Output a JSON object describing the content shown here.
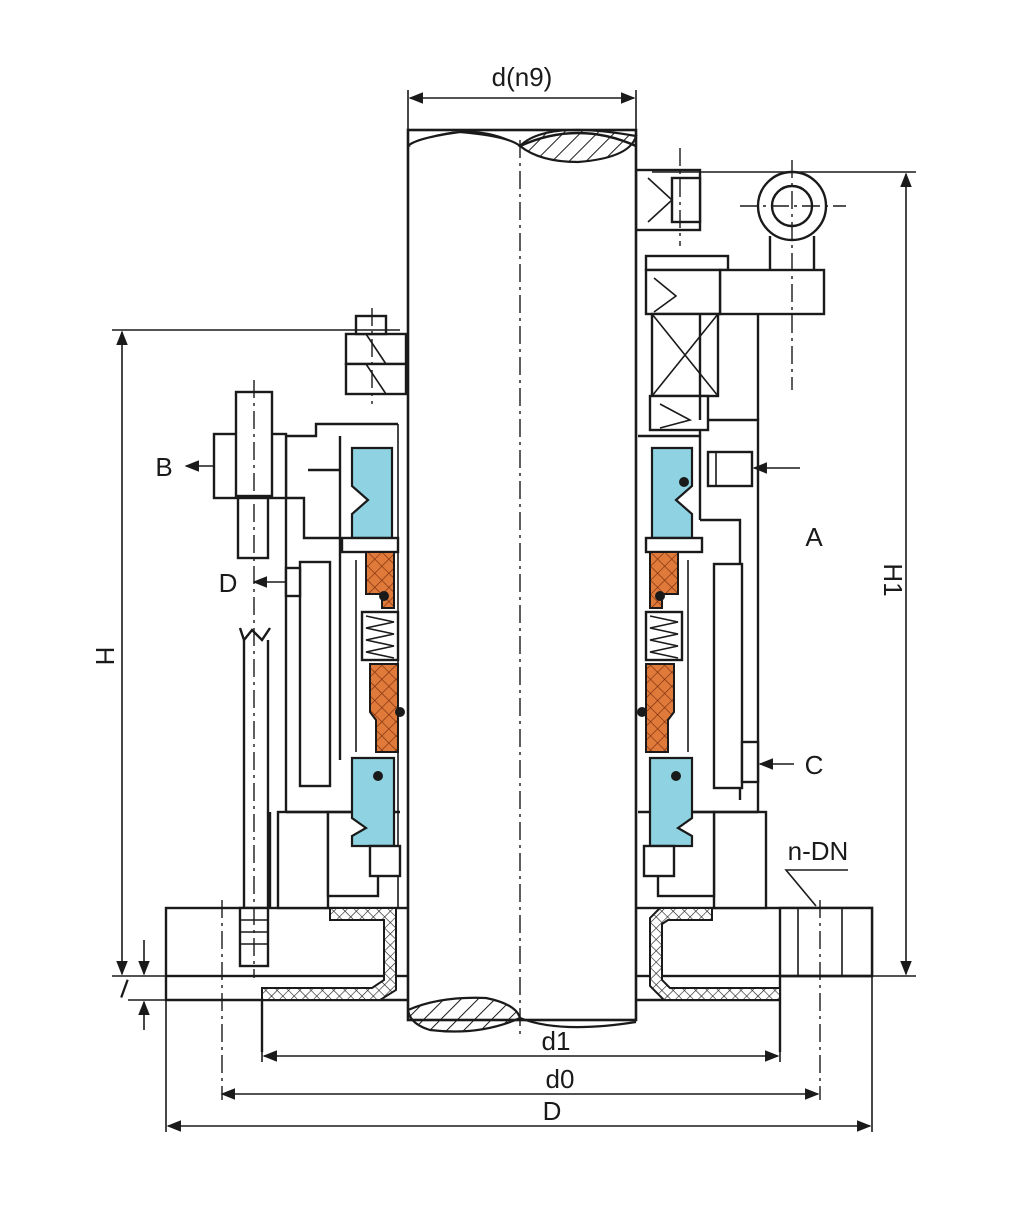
{
  "labels": {
    "d_n9": "d(n9)",
    "H1": "H1",
    "H": "H",
    "A": "A",
    "B": "B",
    "D_port": "D",
    "C": "C",
    "n_DN": "n-DN",
    "l": "l",
    "d1": "d1",
    "d0": "d0",
    "D": "D"
  },
  "colors": {
    "face_ring": "#8fd3e3",
    "gland": "#e07a3a",
    "line": "#1a1a1a",
    "background": "#ffffff"
  }
}
